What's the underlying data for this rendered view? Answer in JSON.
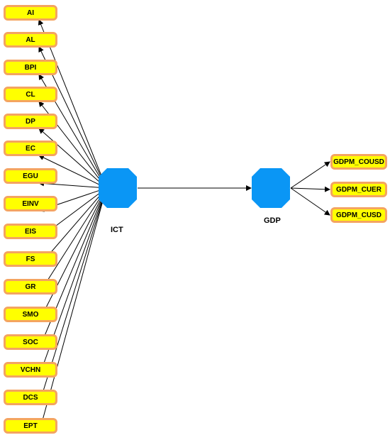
{
  "colors": {
    "latent_fill": "#0a96f5",
    "indicator_fill": "#ffff00",
    "indicator_border": "#f4a460",
    "edge": "#000000"
  },
  "latent": {
    "ict": {
      "label": "ICT",
      "shape": "octagon-icon"
    },
    "gdp": {
      "label": "GDP",
      "shape": "octagon-icon"
    }
  },
  "ict_indicators": [
    "AI",
    "AL",
    "BPI",
    "CL",
    "DP",
    "EC",
    "EGU",
    "EINV",
    "EIS",
    "FS",
    "GR",
    "SMO",
    "SOC",
    "VCHN",
    "DCS",
    "EPT"
  ],
  "gdp_indicators": [
    "GDPM_COUSD",
    "GDPM_CUER",
    "GDPM_CUSD"
  ]
}
